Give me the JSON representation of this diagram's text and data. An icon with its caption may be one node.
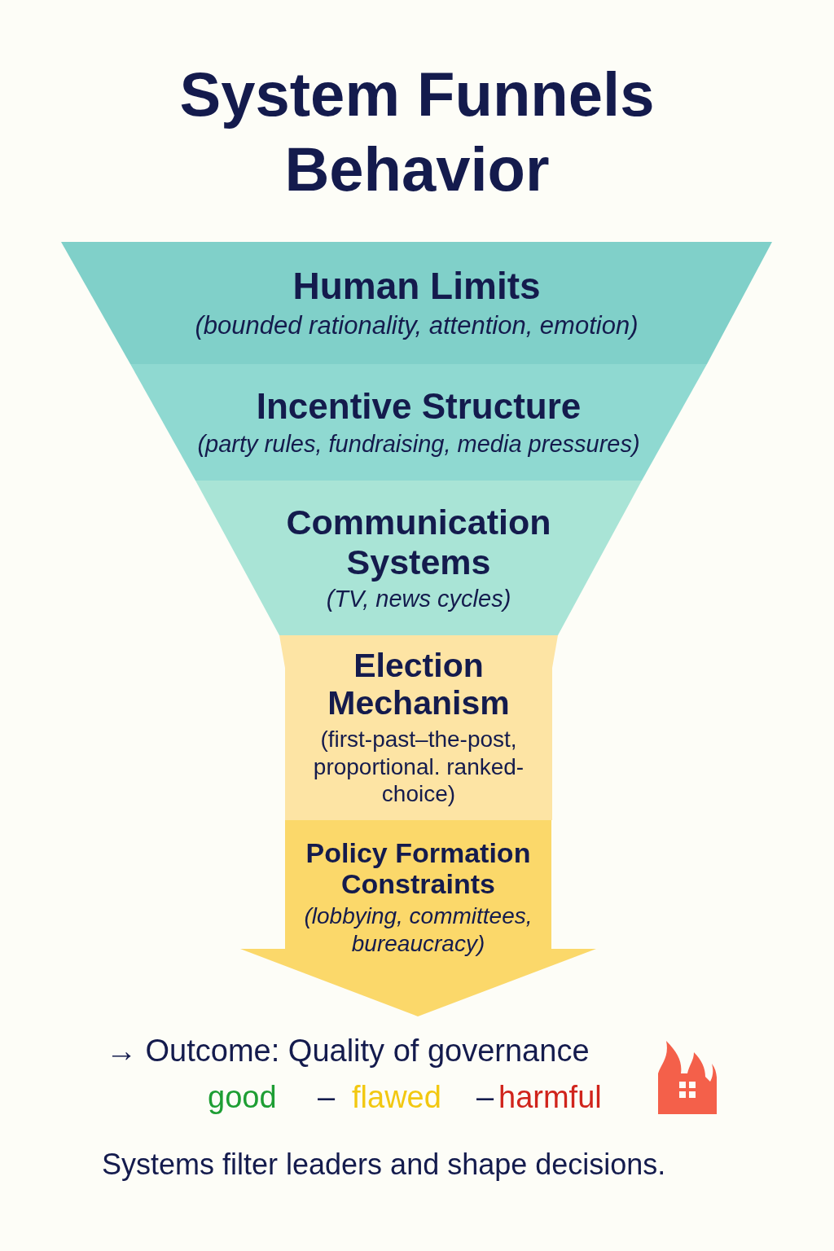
{
  "diagram": {
    "title": "System Funnels Behavior",
    "nodes": [
      {
        "text": [
          "Human Limits",
          "(bounded rationality, attention, emotion)"
        ]
      },
      {
        "text": [
          "Incentive Structure",
          "(party rules, fundraising, media pressures)"
        ]
      },
      {
        "text": [
          "Communication Systems",
          "(TV, news cycles)"
        ]
      },
      {
        "text": [
          "Election Mechanism",
          "(first-past–the-post, proportional. ranked-choice)"
        ]
      },
      {
        "text": [
          "Policy Formation Constraints",
          "(lobbying, committees, bureaucracy)"
        ]
      }
    ],
    "labels": [
      "→ Outcome: Quality of governance",
      "good",
      "–",
      "flawed",
      "–",
      "harmful",
      "Systems filter leaders and shape decisions."
    ]
  }
}
